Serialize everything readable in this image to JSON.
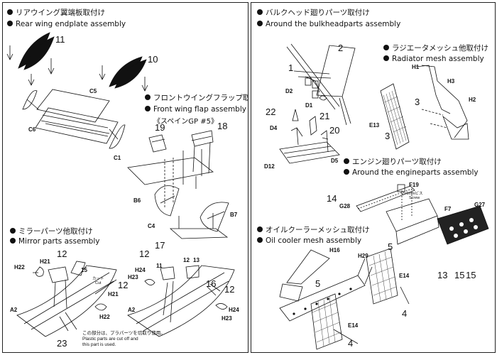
{
  "left": {
    "rear_wing": {
      "ja": "リアウイング翼端板取付け",
      "en": "Rear wing endplate assembly",
      "labels": {
        "n11": "11",
        "n10": "10",
        "c5": "C5",
        "c6": "C6"
      }
    },
    "front_wing": {
      "ja": "フロントウイングフラップ取付け",
      "en": "Front wing flap assembly",
      "sub": "《スペインGP #5》",
      "labels": {
        "n19": "19",
        "n18": "18",
        "c1": "C1",
        "b6": "B6",
        "b7": "B7",
        "c4": "C4"
      }
    },
    "mirror": {
      "ja": "ミラーパーツ他取付け",
      "en": "Mirror parts assembly",
      "labels": {
        "n12a": "12",
        "n12b": "12",
        "n12c": "12",
        "n12d": "12",
        "n12e": "12",
        "n13": "13",
        "n11b": "11",
        "n15": "15",
        "n16": "16",
        "n17": "17",
        "n23": "23",
        "h21a": "H21",
        "h21b": "H21",
        "h22a": "H22",
        "h22b": "H22",
        "h23a": "H23",
        "h23b": "H23",
        "h24a": "H24",
        "h24b": "H24",
        "a2a": "A2",
        "a2b": "A2",
        "cut_ja": "カット",
        "cut_en": "Cut"
      },
      "note_ja": "この部分は、プラパーツを切取り使用。",
      "note_en1": "Plastic parts are cut off and",
      "note_en2": "this part is used."
    }
  },
  "right": {
    "bulkhead": {
      "ja": "バルクヘッド廻りパーツ取付け",
      "en": "Around the bulkheadparts  assembly",
      "labels": {
        "n1": "1",
        "n2": "2",
        "n20": "20",
        "n21": "21",
        "n22": "22",
        "d1": "D1",
        "d2": "D2",
        "d4": "D4",
        "d5": "D5",
        "d12": "D12"
      }
    },
    "radiator": {
      "ja": "ラジエータメッシュ他取付け",
      "en": "Radiator mesh  assembly",
      "labels": {
        "h1": "H1",
        "h2": "H2",
        "h3": "H3",
        "e13": "E13",
        "n3a": "3",
        "n3b": "3"
      }
    },
    "engine": {
      "ja": "エンジン廻りパーツ取付け",
      "en": "Around the engineparts  assembly",
      "labels": {
        "n14": "14",
        "n13": "13",
        "n15a": "15",
        "n15b": "15",
        "g28": "G28",
        "g27": "G27",
        "f7": "F7",
        "f19": "F19",
        "screw_ja": "2×6mmビス",
        "screw_en": "Screw"
      }
    },
    "oil": {
      "ja": "オイルクーラーメッシュ取付け",
      "en": "Oil cooler mesh assembly",
      "labels": {
        "h16": "H16",
        "h29": "H29",
        "n5a": "5",
        "n5b": "5",
        "n4a": "4",
        "n4b": "4",
        "e14a": "E14",
        "e14b": "E14"
      }
    }
  }
}
